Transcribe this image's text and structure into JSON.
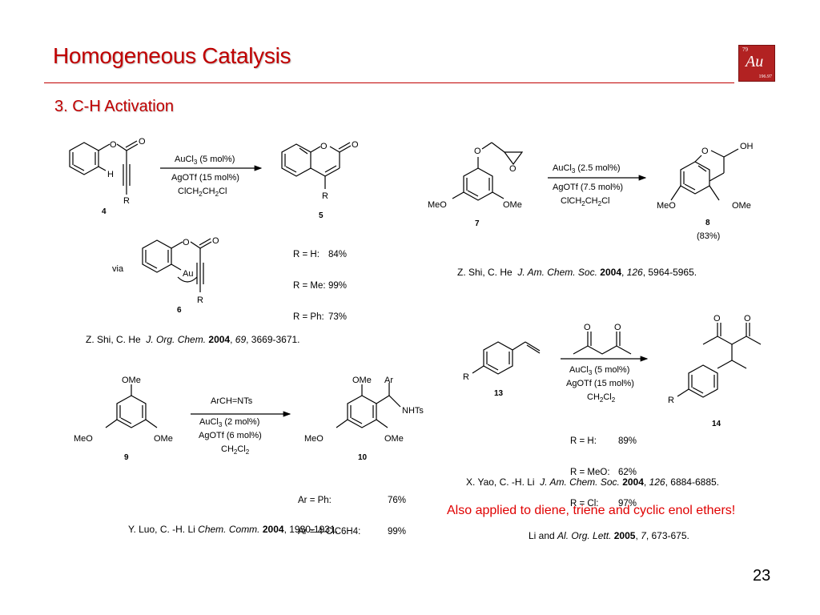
{
  "header": {
    "title": "Homogeneous Catalysis",
    "subtitle": "3. C-H Activation",
    "logo": {
      "number": "79",
      "symbol": "Au",
      "mass": "196.97"
    },
    "accent_color": "#c00000"
  },
  "reaction1": {
    "substrate": "4",
    "product": "5",
    "intermediate": "6",
    "via": "via",
    "conditions": [
      "AuCl3 (5 mol%)",
      "AgOTf (15 mol%)",
      "ClCH2CH2Cl"
    ],
    "yields": [
      {
        "r": "R = H:",
        "y": "84%"
      },
      {
        "r": "R = Me:",
        "y": "99%"
      },
      {
        "r": "R = Ph:",
        "y": "73%"
      }
    ],
    "reference": {
      "authors": "Z. Shi, C. He",
      "journal": "J. Org. Chem.",
      "year": "2004",
      "volume": "69",
      "pages": ", 3669-3671."
    }
  },
  "reaction2": {
    "substrate": "7",
    "product": "8",
    "yield": "(83%)",
    "conditions": [
      "AuCl3 (2.5 mol%)",
      "AgOTf (7.5 mol%)",
      "ClCH2CH2Cl"
    ],
    "reference": {
      "authors": "Z. Shi, C. He",
      "journal": "J. Am. Chem. Soc.",
      "year": "2004",
      "volume": "126",
      "pages": ", 5964-5965."
    }
  },
  "reaction3": {
    "substrate": "9",
    "product": "10",
    "conditions": [
      "ArCH=NTs",
      "AuCl3 (2 mol%)",
      "AgOTf (6 mol%)",
      "CH2Cl2"
    ],
    "yields": [
      {
        "r": "Ar = Ph:",
        "y": "76%"
      },
      {
        "r": "Ar = 4-ClC6H4:",
        "y": "99%"
      }
    ],
    "reference": {
      "authors": "Y. Luo, C. -H. Li",
      "journal": "Chem. Comm.",
      "year": "2004",
      "pages": ", 1930-1931."
    }
  },
  "reaction4": {
    "substrate": "13",
    "product": "14",
    "conditions": [
      "AuCl3 (5 mol%)",
      "AgOTf (15 mol%)",
      "CH2Cl2"
    ],
    "yields": [
      {
        "r": "R = H:",
        "y": "89%"
      },
      {
        "r": "R = MeO:",
        "y": "62%"
      },
      {
        "r": "R = Cl:",
        "y": "97%"
      }
    ],
    "reference": {
      "authors": "X. Yao, C. -H. Li",
      "journal": "J. Am. Chem. Soc.",
      "year": "2004",
      "volume": "126",
      "pages": ", 6884-6885."
    }
  },
  "note": {
    "text": "Also applied to diene, triene and cyclic enol ethers!",
    "reference": {
      "authors": "Li and",
      "journal": "Al. Org. Lett.",
      "year": "2005",
      "volume": "7",
      "pages": ", 673-675."
    }
  },
  "page_number": "23"
}
